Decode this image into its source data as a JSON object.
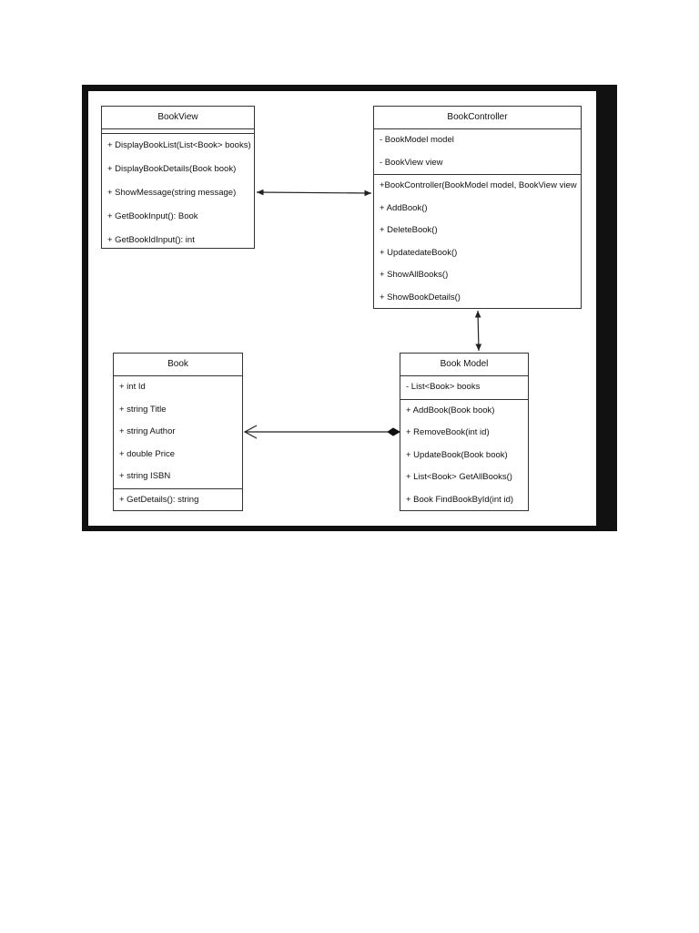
{
  "diagram": {
    "classes": {
      "book_view": {
        "name": "BookView",
        "attributes": [],
        "methods": [
          "+ DisplayBookList(List<Book> books)",
          "+ DisplayBookDetails(Book book)",
          "+ ShowMessage(string message)",
          "+ GetBookInput(): Book",
          "+ GetBookIdInput(): int"
        ]
      },
      "book_controller": {
        "name": "BookController",
        "attributes": [
          "- BookModel model",
          "- BookView view"
        ],
        "methods": [
          "+BookController(BookModel model, BookView view",
          "+ AddBook()",
          "+ DeleteBook()",
          "+ UpdatedateBook()",
          "+ ShowAllBooks()",
          "+ ShowBookDetails()"
        ]
      },
      "book": {
        "name": "Book",
        "attributes": [
          "+ int Id",
          "+ string Title",
          "+ string Author",
          "+ double Price",
          "+ string ISBN"
        ],
        "methods": [
          "+ GetDetails(): string"
        ]
      },
      "book_model": {
        "name": "Book Model",
        "attributes": [
          "- List<Book> books"
        ],
        "methods": [
          "+ AddBook(Book book)",
          "+ RemoveBook(int id)",
          "+ UpdateBook(Book book)",
          "+ List<Book> GetAllBooks()",
          "+ Book FindBookById(int id)"
        ]
      }
    },
    "relationships": [
      {
        "from": "BookView",
        "to": "BookController",
        "type": "bidirectional-association"
      },
      {
        "from": "BookController",
        "to": "Book Model",
        "type": "bidirectional-association"
      },
      {
        "from": "Book Model",
        "to": "Book",
        "type": "composition"
      }
    ],
    "colors": {
      "frame": "#111111",
      "line": "#333333",
      "background": "#ffffff"
    }
  }
}
